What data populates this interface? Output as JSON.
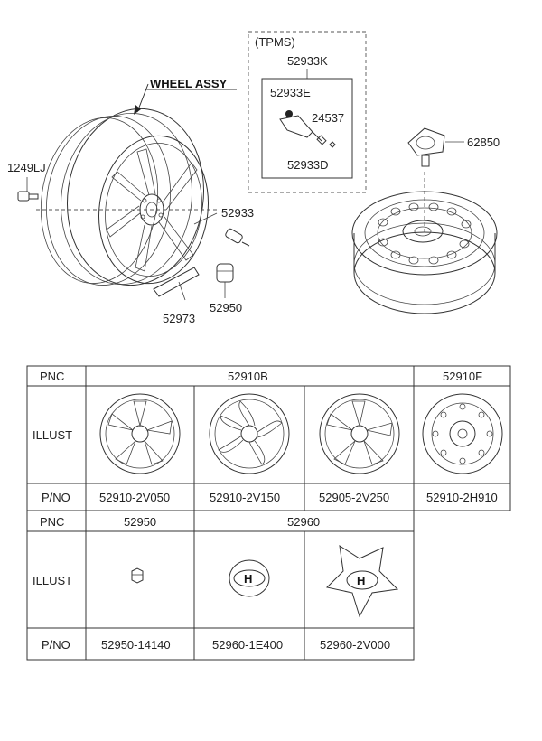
{
  "diagram": {
    "wheel_assy_label": "WHEEL ASSY",
    "tpms_label": "(TPMS)",
    "part_52933K": "52933K",
    "part_52933E": "52933E",
    "part_24537": "24537",
    "part_52933D": "52933D",
    "part_62850": "62850",
    "part_1249LJ": "1249LJ",
    "part_52933": "52933",
    "part_52973": "52973",
    "part_52950": "52950"
  },
  "table1": {
    "pnc_label": "PNC",
    "illust_label": "ILLUST",
    "pno_label": "P/NO",
    "pnc_a": "52910B",
    "pnc_b": "52910F",
    "parts": [
      "52910-2V050",
      "52910-2V150",
      "52905-2V250",
      "52910-2H910"
    ]
  },
  "table2": {
    "pnc_label": "PNC",
    "illust_label": "ILLUST",
    "pno_label": "P/NO",
    "pnc_a": "52950",
    "pnc_b": "52960",
    "parts": [
      "52950-14140",
      "52960-1E400",
      "52960-2V000"
    ]
  }
}
